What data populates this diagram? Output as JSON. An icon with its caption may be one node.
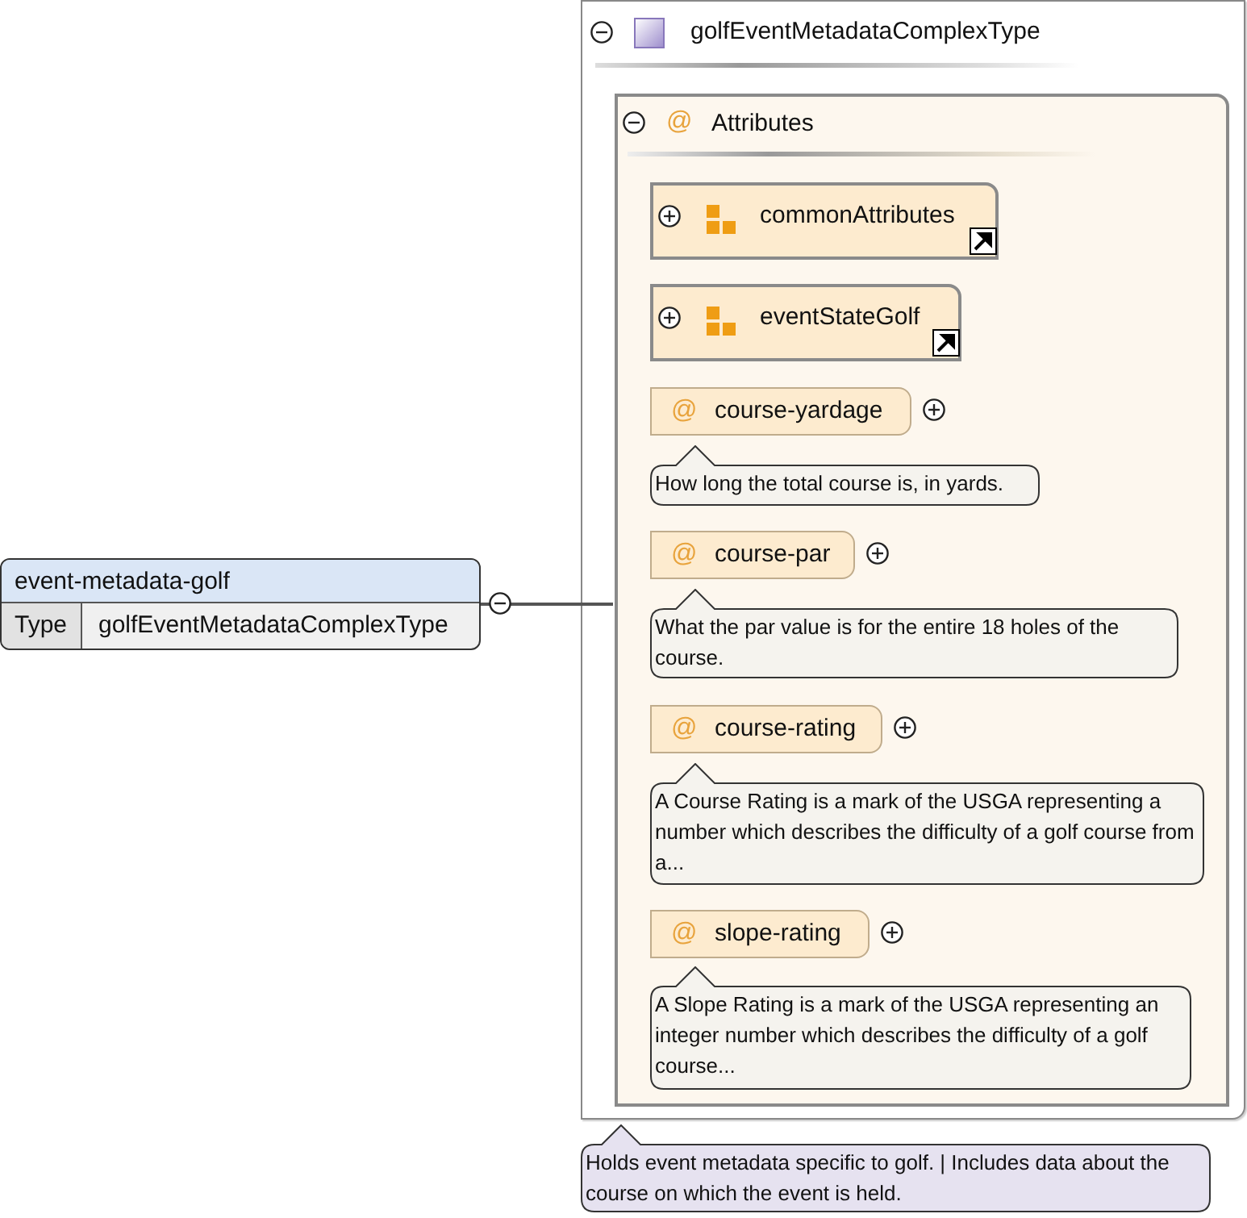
{
  "diagram": {
    "nodes": [
      {
        "text": [
          "event-metadata-golf",
          "Type",
          "golfEventMetadataComplexType"
        ]
      },
      {
        "text": [
          "golfEventMetadataComplexType"
        ],
        "beside": [
          "Holds event metadata specific to golf. | Includes data about the course on which the event is held."
        ]
      },
      {
        "text": [
          "@",
          "Attributes"
        ],
        "in": 1
      },
      {
        "text": [
          "commonAttributes"
        ],
        "in": 2
      },
      {
        "text": [
          "eventStateGolf"
        ],
        "in": 2
      },
      {
        "text": [
          "@",
          "course-yardage"
        ],
        "in": 2,
        "beside": [
          "How long the total course is, in yards."
        ]
      },
      {
        "text": [
          "@",
          "course-par"
        ],
        "in": 2,
        "beside": [
          "What the par value is for the entire 18 holes of the course."
        ]
      },
      {
        "text": [
          "@",
          "course-rating"
        ],
        "in": 2,
        "beside": [
          "A Course Rating is a mark of the USGA representing a number which describes the difficulty of a golf course from a..."
        ]
      },
      {
        "text": [
          "@",
          "slope-rating"
        ],
        "in": 2,
        "beside": [
          "A Slope Rating is a mark of the USGA representing an integer number which describes the difficulty of a golf course..."
        ]
      }
    ],
    "edges": [
      {
        "from": 0,
        "to": 2,
        "arrow": "none"
      }
    ]
  }
}
